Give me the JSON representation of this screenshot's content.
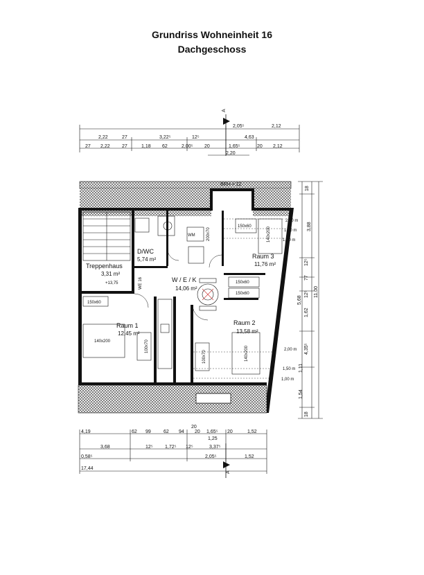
{
  "title": {
    "line1": "Grundriss Wohneinheit 16",
    "line2": "Dachgeschoss"
  },
  "section_marker": "A",
  "top_dims": {
    "row1": [
      "2,05⁵",
      "2,12"
    ],
    "row2": [
      "2,22",
      "27",
      "3,22⁵",
      "12⁵",
      "4,63"
    ],
    "row3": [
      "27",
      "2,22",
      "27",
      "1,18",
      "62",
      "2,00⁵",
      "20",
      "1,65⁵",
      "20",
      "2,12"
    ],
    "row4": [
      "2,20"
    ]
  },
  "brh_label": "BRH = 12",
  "rooms": {
    "bath": {
      "name": "D/WC",
      "area": "5,74 m²"
    },
    "stair": {
      "name": "Treppenhaus",
      "area": "3,31 m²",
      "level": "+13,75"
    },
    "living": {
      "name": "W / E / K",
      "area": "14,06 m²"
    },
    "room1": {
      "name": "Raum 1",
      "area": "12,45 m²"
    },
    "room2": {
      "name": "Raum 2",
      "area": "13,58 m²"
    },
    "room3": {
      "name": "Raum 3",
      "area": "11,76 m²"
    },
    "we_label": "WE 16",
    "wm_label": "WM"
  },
  "furniture": {
    "bed_room3": "140x200",
    "bed_room1": "140x200",
    "bed_room2": "140x200",
    "sofa1": "150x60",
    "sofa2": "150x60",
    "sofa3": "150x60",
    "sofa_room1": "150x60",
    "desk_room1": "100x70",
    "desk_room2": "100x70",
    "bath_tub": "200x70"
  },
  "height_marks": [
    "2,00 m",
    "1,50 m",
    "1,00 m"
  ],
  "right_dims": [
    "18",
    "3,88",
    "12⁵",
    "77",
    "12⁵",
    "1,62",
    "5,68",
    "11,00",
    "4,35⁵",
    "1,11",
    "1,54",
    "18"
  ],
  "bottom_dims": {
    "row0": [
      "20"
    ],
    "row1": [
      "4,19",
      "62",
      "99",
      "62",
      "94",
      "20",
      "1,65⁵",
      "20",
      "1,52"
    ],
    "row1b": [
      "1,25"
    ],
    "row2": [
      "3,68",
      "12⁵",
      "1,72⁵",
      "12⁵",
      "3,37⁵"
    ],
    "row3": [
      "0,58⁵",
      "2,05⁵",
      "1,52"
    ],
    "row4": [
      "17,44"
    ]
  }
}
